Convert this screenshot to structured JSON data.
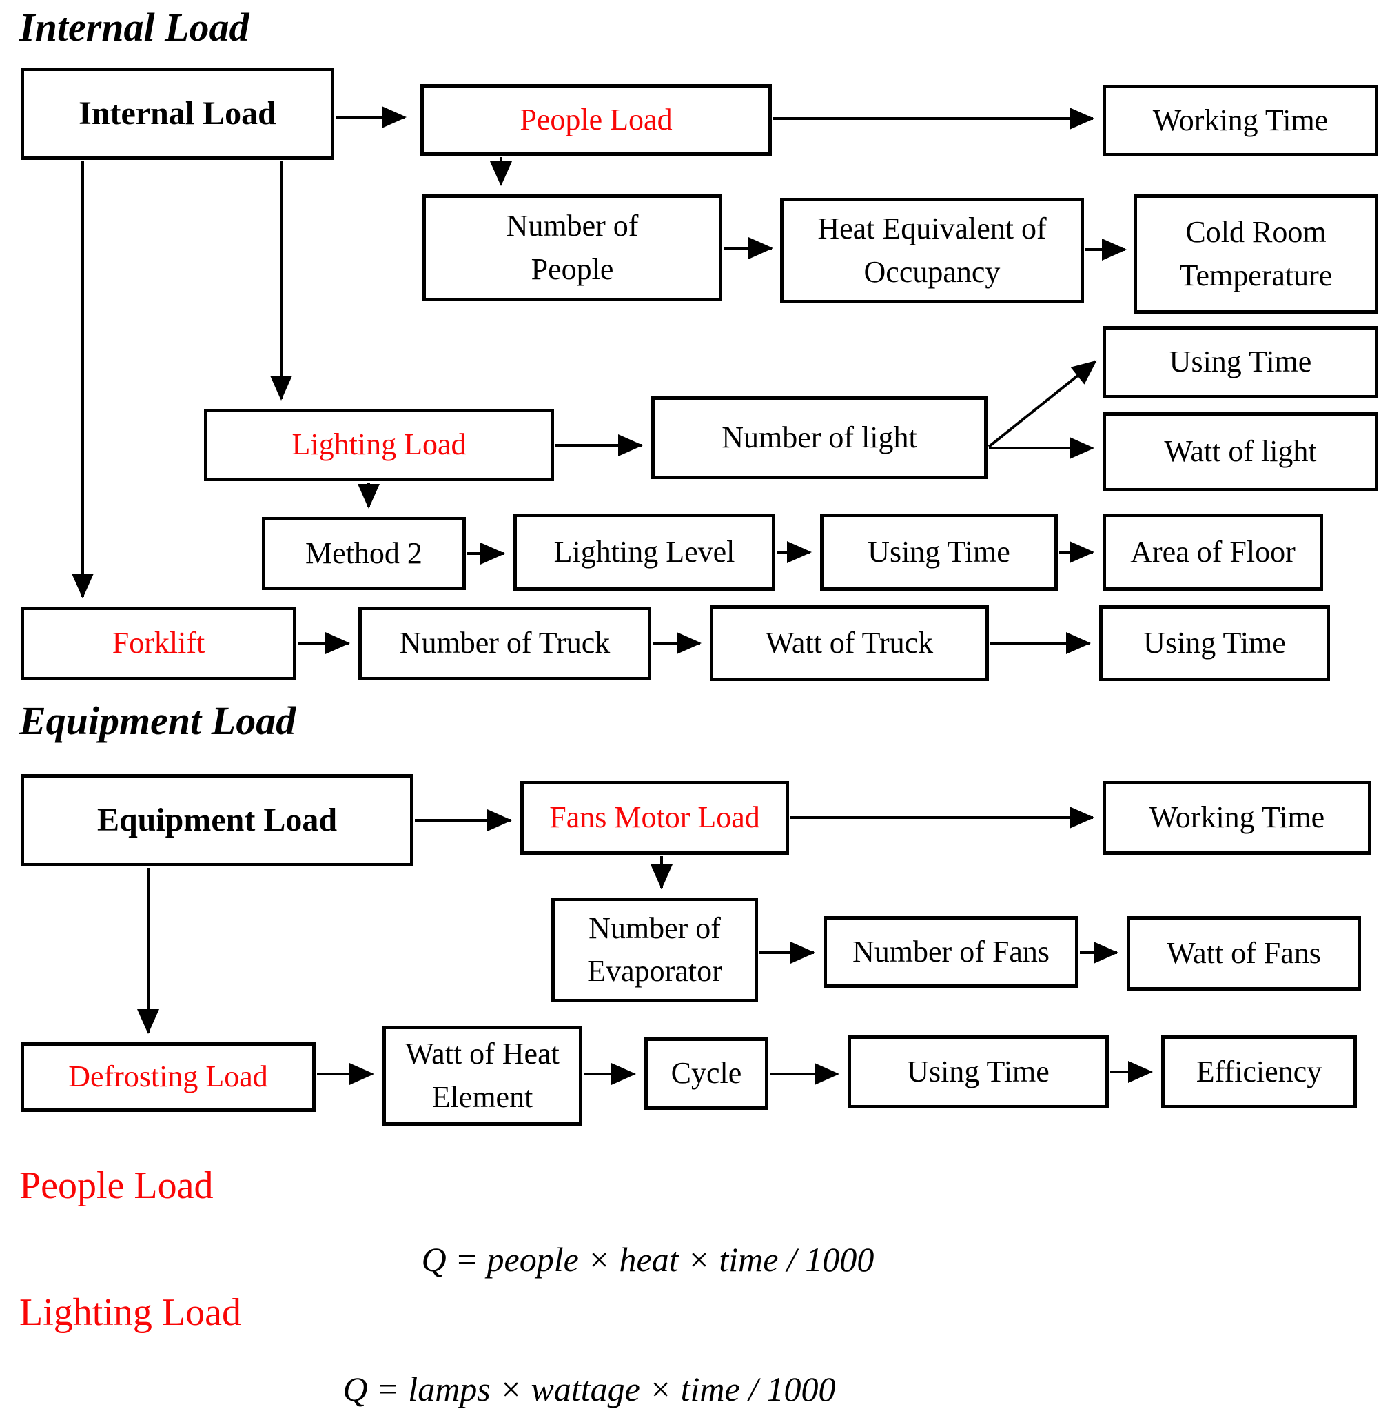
{
  "colors": {
    "accent_red": "#f90606",
    "line_black": "#000000",
    "background": "#ffffff"
  },
  "sections": {
    "internal": {
      "heading": "Internal Load",
      "nodes": {
        "internal_load": "Internal Load",
        "people_load": "People Load",
        "working_time": "Working Time",
        "number_of_people": "Number of\nPeople",
        "heat_equivalent": "Heat Equivalent of\nOccupancy",
        "cold_room_temperature": "Cold Room\nTemperature",
        "using_time_lights": "Using Time",
        "number_of_light": "Number of light",
        "watt_of_light": "Watt of light",
        "lighting_load": "Lighting Load",
        "method_2": "Method 2",
        "lighting_level": "Lighting Level",
        "using_time_method2": "Using Time",
        "area_of_floor": "Area of Floor",
        "forklift": "Forklift",
        "number_of_truck": "Number of Truck",
        "watt_of_truck": "Watt of Truck",
        "using_time_truck": "Using Time"
      }
    },
    "equipment": {
      "heading": "Equipment Load",
      "nodes": {
        "equipment_load": "Equipment Load",
        "fans_motor_load": "Fans Motor Load",
        "working_time": "Working Time",
        "number_of_evaporator": "Number of\nEvaporator",
        "number_of_fans": "Number of Fans",
        "watt_of_fans": "Watt of Fans",
        "defrosting_load": "Defrosting Load",
        "watt_of_heat_element": "Watt of Heat\nElement",
        "cycle": "Cycle",
        "using_time_defrost": "Using Time",
        "efficiency": "Efficiency"
      }
    }
  },
  "formulas": {
    "people": {
      "heading": "People Load",
      "formula": "Q  =  people  × heat ×  time / 1000"
    },
    "lighting": {
      "heading": "Lighting Load",
      "formula": "Q =  lamps  ×  wattage  × time / 1000"
    }
  }
}
